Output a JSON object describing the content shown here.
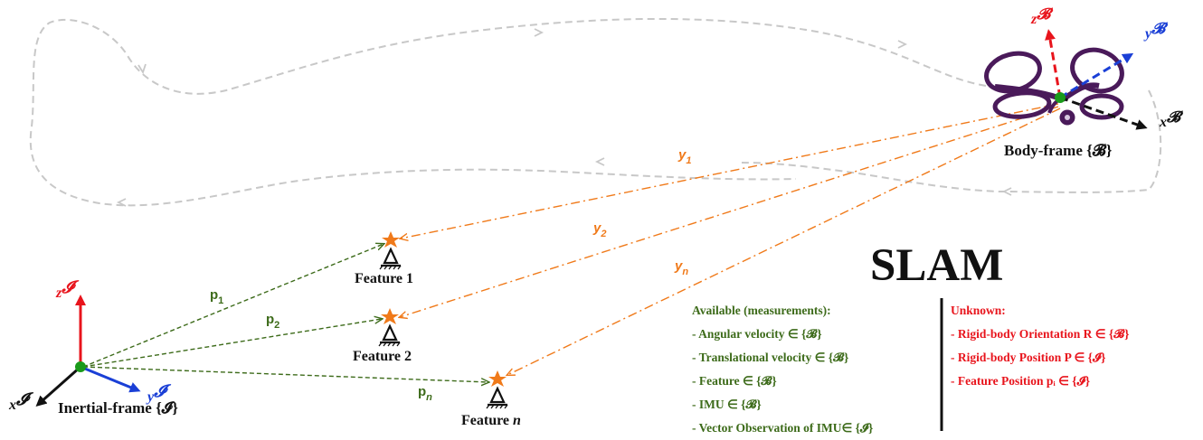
{
  "title": "SLAM",
  "inertial_frame": {
    "label": "Inertial-frame {𝓘}",
    "axis_z": "z",
    "axis_y": "y",
    "axis_x": "x",
    "frame_symbol": "𝓘"
  },
  "body_frame": {
    "label": "Body-frame {𝓑}",
    "axis_z": "z",
    "axis_y": "y",
    "axis_x": "x",
    "frame_symbol": "𝓑"
  },
  "features": [
    {
      "label": "Feature 1"
    },
    {
      "label": "Feature 2"
    },
    {
      "label": "Feature ",
      "label_index": "n"
    }
  ],
  "position_vectors": [
    {
      "symbol": "p",
      "sub": "1"
    },
    {
      "symbol": "p",
      "sub": "2"
    },
    {
      "symbol": "p",
      "sub": "n"
    }
  ],
  "measurement_vectors": [
    {
      "symbol": "y",
      "sub": "1"
    },
    {
      "symbol": "y",
      "sub": "2"
    },
    {
      "symbol": "y",
      "sub": "n"
    }
  ],
  "available": {
    "heading": "Available (measurements):",
    "items": [
      "- Angular velocity ∈ {𝓑}",
      "- Translational velocity ∈ {𝓑}",
      "- Feature ∈ {𝓑}",
      "- IMU ∈ {𝓑}",
      "- Vector Observation of IMU∈ {𝓘}"
    ]
  },
  "unknown": {
    "heading": "Unknown:",
    "items": [
      "- Rigid-body Orientation R ∈ {𝓑}",
      "- Rigid-body Position P ∈ {𝓘}",
      "- Feature Position pᵢ ∈ {𝓘}"
    ]
  },
  "colors": {
    "trajectory": "#c8c8c8",
    "measurement": "#f07a1a",
    "position": "#3d6b1a",
    "feature_star": "#f07a1a",
    "axis_z": "#e8141c",
    "axis_y": "#1a3fd6",
    "axis_x": "#111111",
    "origin_dot": "#1a9a1a",
    "drone": "#4a1a5a"
  },
  "icons": [
    "drone-icon",
    "star-icon",
    "ground-anchor-icon"
  ]
}
